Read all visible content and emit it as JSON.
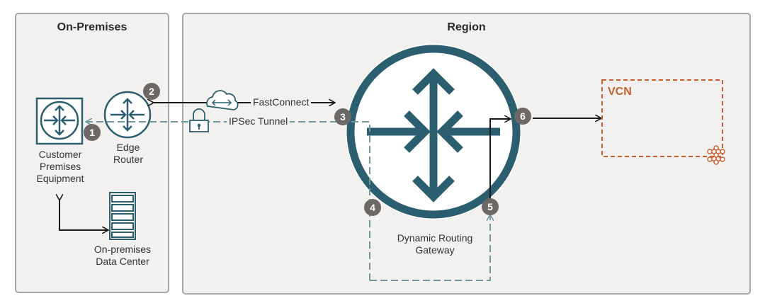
{
  "panels": {
    "on_premises": "On-Premises",
    "region": "Region"
  },
  "nodes": {
    "cpe": "Customer\nPremises\nEquipment",
    "edge_router": "Edge\nRouter",
    "data_center": "On-premises\nData Center",
    "drg": "Dynamic Routing\nGateway",
    "vcn": "VCN"
  },
  "links": {
    "fastconnect": "FastConnect",
    "ipsec": "IPSec Tunnel"
  },
  "steps": [
    "1",
    "2",
    "3",
    "4",
    "5",
    "6"
  ],
  "colors": {
    "teal": "#2b5f70",
    "dashed_teal": "#6d9a9a",
    "badge": "#6b6866",
    "vcn": "#c8602f"
  }
}
